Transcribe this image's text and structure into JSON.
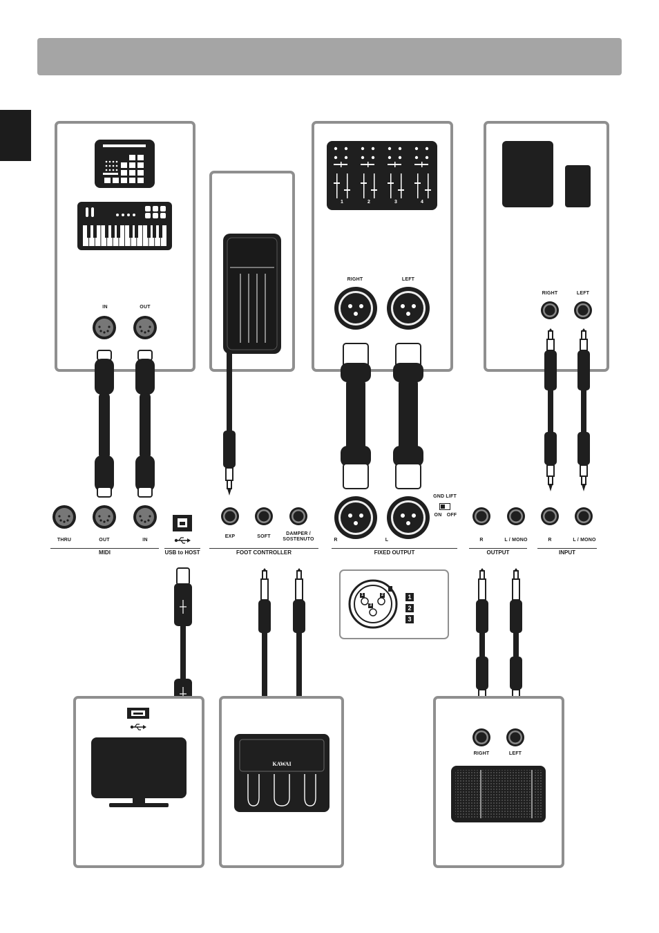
{
  "colors": {
    "panel_border": "#8f8f8f",
    "header": "#a5a5a5",
    "device": "#1f1f1f",
    "white": "#ffffff"
  },
  "midi_device": {
    "in_label": "IN",
    "out_label": "OUT"
  },
  "mixer": {
    "channels": [
      "1",
      "2",
      "3",
      "4"
    ],
    "right_label": "RIGHT",
    "left_label": "LEFT"
  },
  "speakers": {
    "right_label": "RIGHT",
    "left_label": "LEFT"
  },
  "jack_panel": {
    "midi": {
      "thru": "THRU",
      "out": "OUT",
      "in": "IN",
      "group": "MIDI"
    },
    "usb": {
      "group": "USB to HOST"
    },
    "foot": {
      "exp": "EXP",
      "soft": "SOFT",
      "damper_line1": "DAMPER /",
      "damper_line2": "SOSTENUTO",
      "group": "FOOT CONTROLLER"
    },
    "fixed": {
      "r": "R",
      "l": "L",
      "gnd_lift": "GND LIFT",
      "on": "ON",
      "off": "OFF",
      "group": "FIXED OUTPUT"
    },
    "output": {
      "r": "R",
      "l_mono": "L / MONO",
      "group": "OUTPUT"
    },
    "input": {
      "r": "R",
      "l_mono": "L / MONO",
      "group": "INPUT"
    }
  },
  "xlr_pinout": {
    "pins": [
      "1",
      "2",
      "3"
    ]
  },
  "pedal_unit": {
    "brand": "KAWAI"
  },
  "headphone_amp": {
    "right_label": "RIGHT",
    "left_label": "LEFT"
  },
  "icons": [
    "usb-icon",
    "computer-icon",
    "keyboard-icon",
    "pad-controller-icon",
    "pedal-icon",
    "mixer-icon",
    "speaker-icon",
    "triple-pedal-icon",
    "xlr-icon"
  ]
}
